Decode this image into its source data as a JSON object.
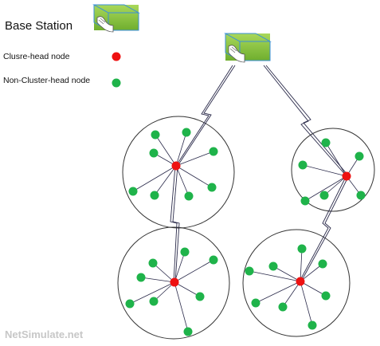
{
  "legend": {
    "base_station": "Base Station",
    "cluster_head": "Clusre-head node",
    "non_cluster_head": "Non-Cluster-head node"
  },
  "watermark": "NetSimulate.net",
  "colors": {
    "cluster_head": "#ee1111",
    "non_cluster_head": "#1fb34a",
    "base_station_top": "#8cc63e",
    "base_station_edge": "#3a8fd9",
    "line": "#2a2a4a",
    "circle": "#333333",
    "watermark": "#c7c7c7"
  },
  "icons": {
    "base_station": "base-station-icon",
    "cluster_head": "red-dot-icon",
    "non_cluster_head": "green-dot-icon"
  }
}
